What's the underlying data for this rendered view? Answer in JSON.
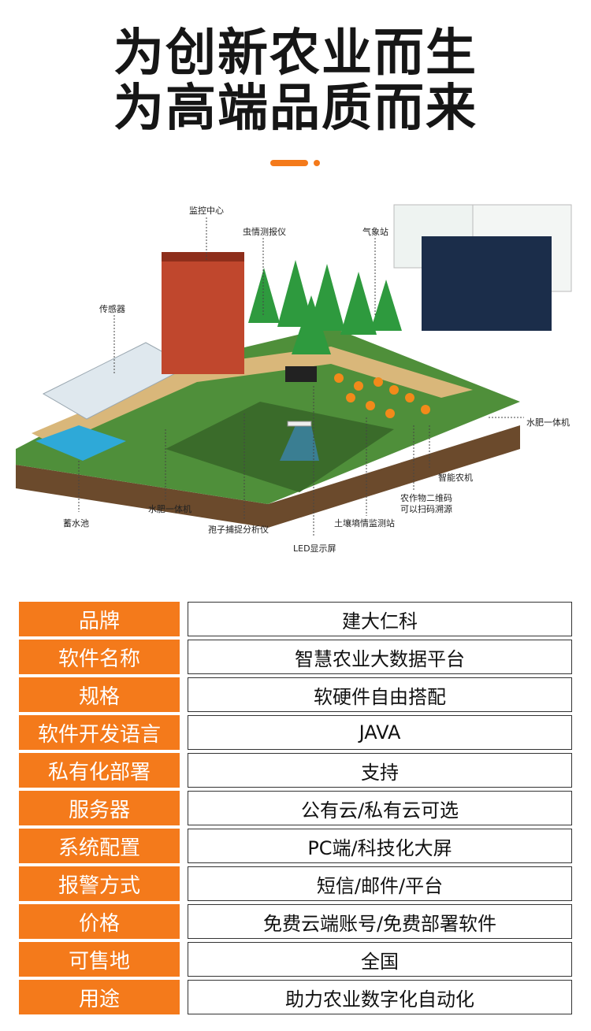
{
  "headline": {
    "line1": "为创新农业而生",
    "line2": "为高端品质而来"
  },
  "accent_color": "#f47a1b",
  "scene": {
    "callouts": {
      "monitor_center": "监控中心",
      "insect_monitor": "虫情测报仪",
      "weather_station": "气象站",
      "sensor": "传感器",
      "water_fertilizer_right": "水肥一体机",
      "smart_farm_machine": "智能农机",
      "qr_code_line1": "农作物二维码",
      "qr_code_line2": "可以扫码溯源",
      "soil_station": "土壤墒情监测站",
      "water_fertilizer_left": "水肥一体机",
      "reservoir": "蓄水池",
      "spore_analyzer": "孢子捕捉分析仪",
      "led_screen": "LED显示屏"
    }
  },
  "specs": [
    {
      "label": "品牌",
      "value": "建大仁科"
    },
    {
      "label": "软件名称",
      "value": "智慧农业大数据平台"
    },
    {
      "label": "规格",
      "value": "软硬件自由搭配"
    },
    {
      "label": "软件开发语言",
      "value": "JAVA"
    },
    {
      "label": "私有化部署",
      "value": "支持"
    },
    {
      "label": "服务器",
      "value": "公有云/私有云可选"
    },
    {
      "label": "系统配置",
      "value": "PC端/科技化大屏"
    },
    {
      "label": "报警方式",
      "value": "短信/邮件/平台"
    },
    {
      "label": "价格",
      "value": "免费云端账号/免费部署软件"
    },
    {
      "label": "可售地",
      "value": "全国"
    },
    {
      "label": "用途",
      "value": "助力农业数字化自动化"
    }
  ]
}
